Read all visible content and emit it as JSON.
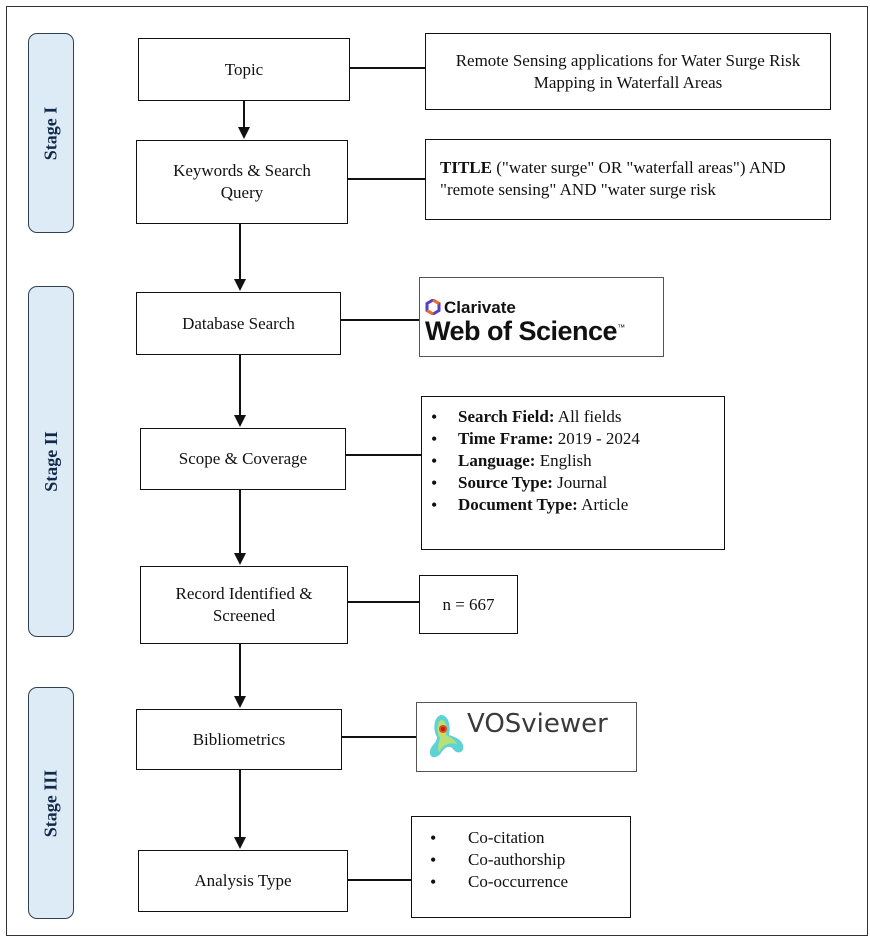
{
  "stages": [
    {
      "label": "Stage I"
    },
    {
      "label": "Stage II"
    },
    {
      "label": "Stage III"
    }
  ],
  "steps": {
    "topic": "Topic",
    "keywords": "Keywords & Search Query",
    "database": "Database Search",
    "scope": "Scope & Coverage",
    "records": "Record Identified & Screened",
    "bibliometrics": "Bibliometrics",
    "analysis": "Analysis Type"
  },
  "topic_text": "Remote Sensing applications for Water Surge Risk Mapping in Waterfall Areas",
  "query": {
    "bold": "TITLE",
    "text": " (\"water surge\" OR \"waterfall areas\") AND \"remote sensing\" AND \"water surge risk"
  },
  "wos_logo": {
    "brand": "Clarivate",
    "name": "Web of Science",
    "tm": "™"
  },
  "scope_items": [
    {
      "label": "Search Field:",
      "value": " All fields"
    },
    {
      "label": "Time Frame:",
      "value": " 2019 - 2024"
    },
    {
      "label": "Language:",
      "value": " English"
    },
    {
      "label": "Source Type:",
      "value": " Journal"
    },
    {
      "label": "Document Type:",
      "value": " Article"
    }
  ],
  "record_count": "n = 667",
  "vos_logo": {
    "name": "VOSviewer"
  },
  "analysis_items": [
    "Co-citation",
    "Co-authorship",
    "Co-occurrence"
  ],
  "colors": {
    "stage_fill": "#ddebf7",
    "stage_border": "#2f4150",
    "stage_text": "#13294a"
  }
}
